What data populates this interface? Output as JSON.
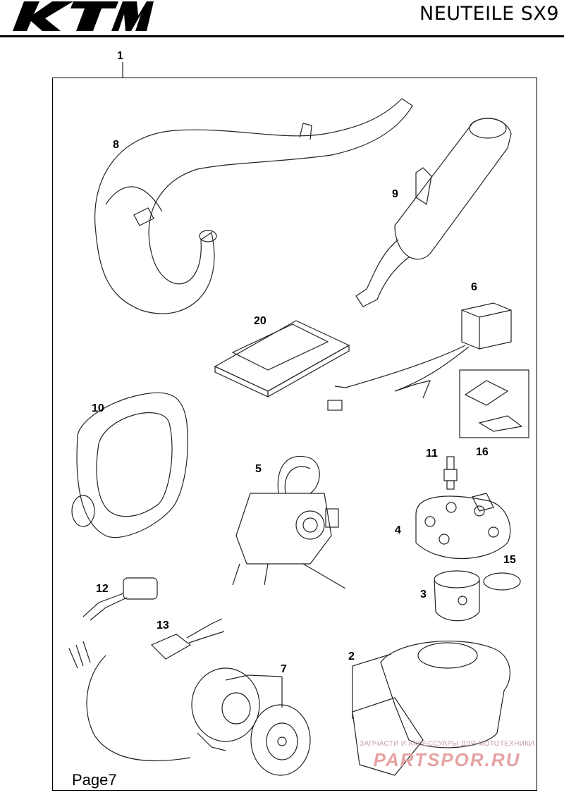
{
  "header": {
    "brand": "KTM",
    "document_title": "NEUTEILE SX9"
  },
  "parts": {
    "callouts": [
      "1",
      "8",
      "9",
      "6",
      "20",
      "10",
      "16",
      "11",
      "5",
      "4",
      "15",
      "3",
      "12",
      "13",
      "2",
      "7"
    ]
  },
  "footer": {
    "page_label": "Page7"
  },
  "watermark": {
    "top_text": "ЗАПЧАСТИ И АКСЕССУАРЫ ДЛЯ МОТОТЕХНИКИ",
    "logo_text": "PARTSPOR.RU"
  },
  "colors": {
    "line": "#222222",
    "watermark": "#e6a3a3"
  }
}
